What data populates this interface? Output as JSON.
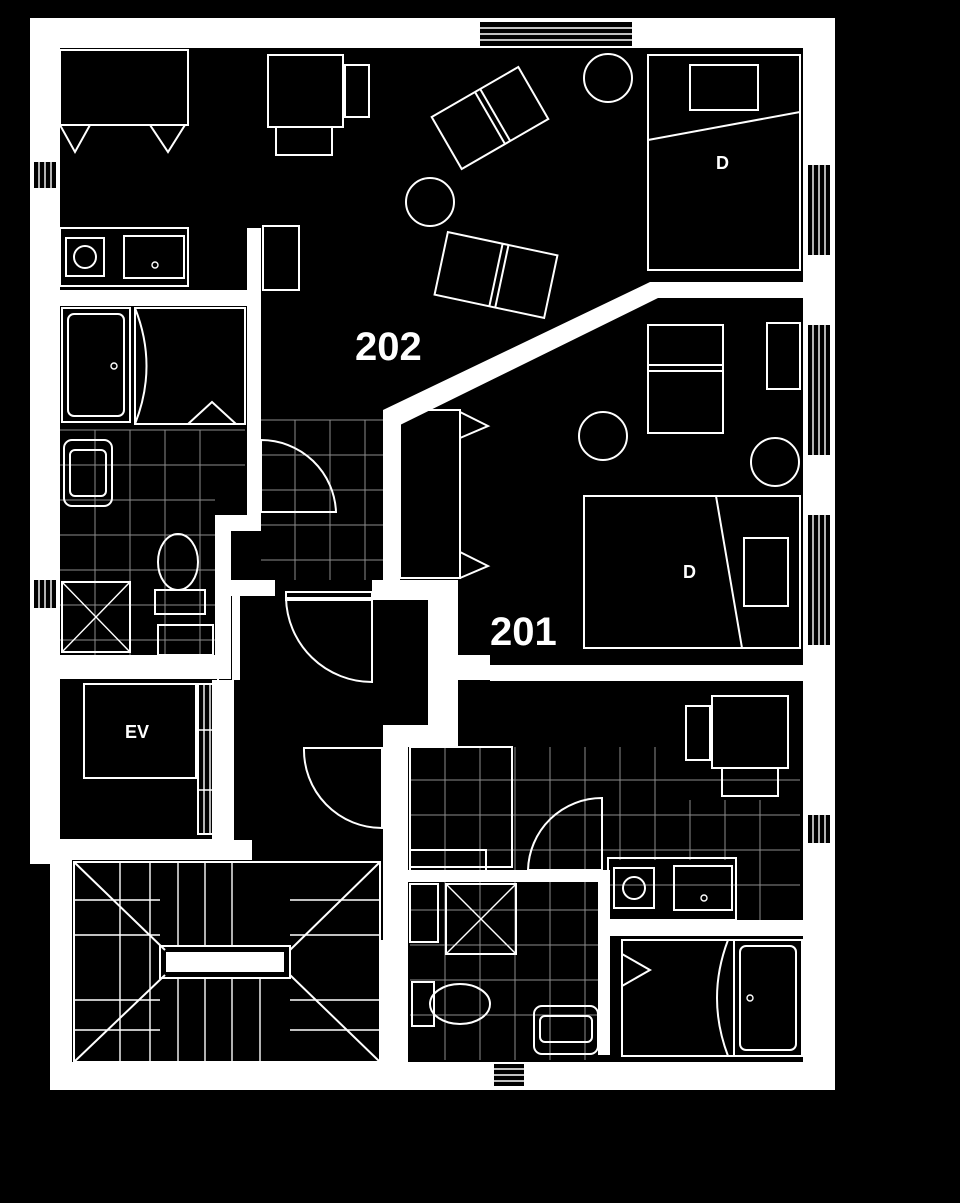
{
  "plan": {
    "rooms": [
      {
        "id": "room-202",
        "label": "202"
      },
      {
        "id": "room-201",
        "label": "201"
      }
    ],
    "beds": [
      {
        "id": "bed-202",
        "label": "D"
      },
      {
        "id": "bed-201",
        "label": "D"
      }
    ],
    "elevator": {
      "label": "EV"
    },
    "colors": {
      "background": "#000000",
      "lines": "#ffffff"
    }
  }
}
